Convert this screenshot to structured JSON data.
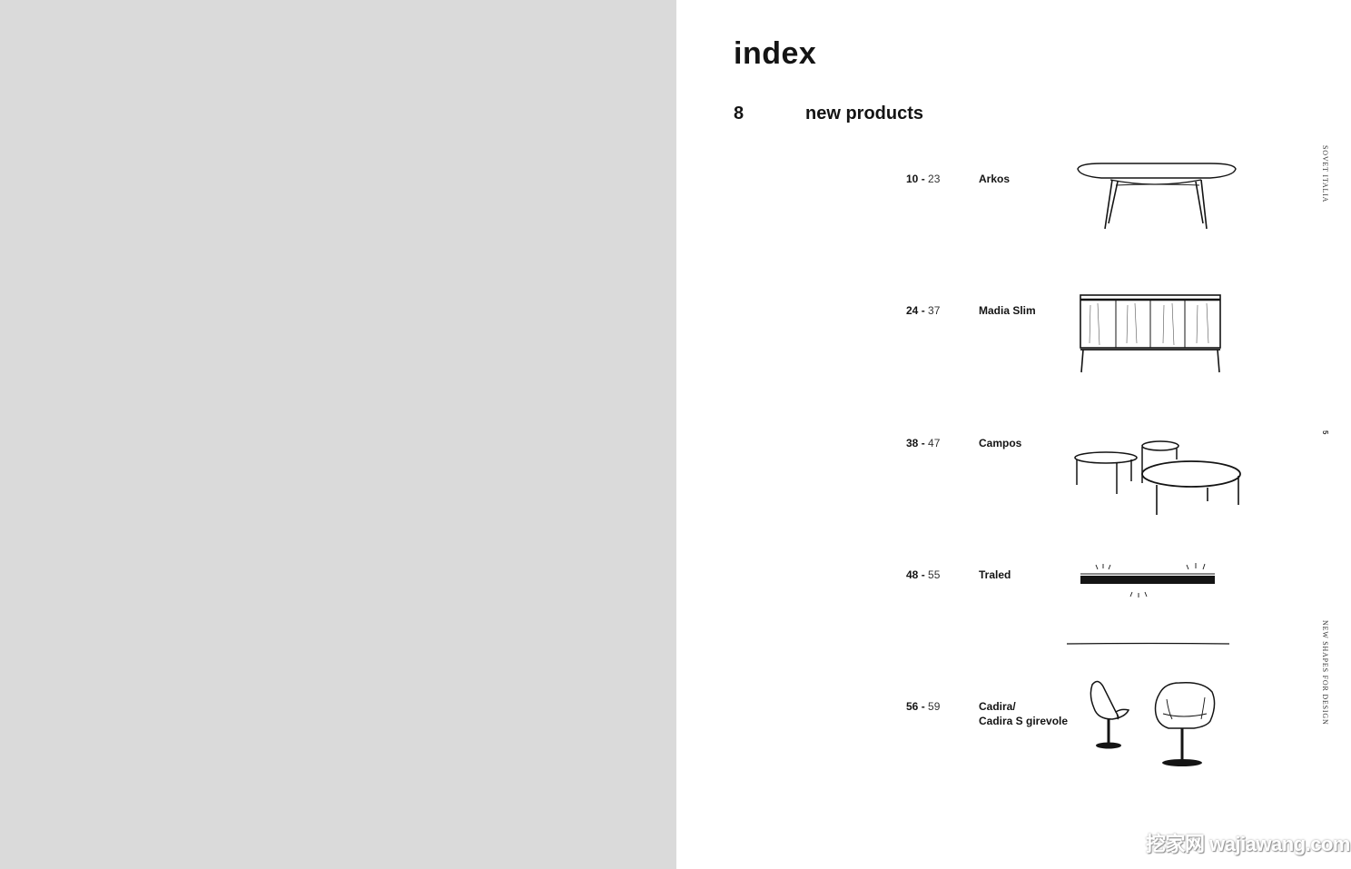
{
  "page": {
    "title": "index",
    "section": {
      "number": "8",
      "title": "new products"
    }
  },
  "entries": [
    {
      "from": "10",
      "to": "23",
      "name_lines": [
        "Arkos"
      ],
      "sketch": "dining-table-icon"
    },
    {
      "from": "24",
      "to": "37",
      "name_lines": [
        "Madia Slim"
      ],
      "sketch": "sideboard-icon"
    },
    {
      "from": "38",
      "to": "47",
      "name_lines": [
        "Campos"
      ],
      "sketch": "coffee-tables-icon"
    },
    {
      "from": "48",
      "to": "55",
      "name_lines": [
        "Traled"
      ],
      "sketch": "light-shelf-icon"
    },
    {
      "from": "56",
      "to": "59",
      "name_lines": [
        "Cadira/",
        "Cadira S girevole"
      ],
      "sketch": "swivel-chairs-icon"
    }
  ],
  "side": {
    "brand": "SOVET ITALIA",
    "page_number": "5",
    "tagline": "NEW SHAPES FOR DESIGN"
  },
  "watermark": "挖家网 wajiawang.com",
  "colors": {
    "left_page": "#dadada",
    "ink": "#141414"
  }
}
